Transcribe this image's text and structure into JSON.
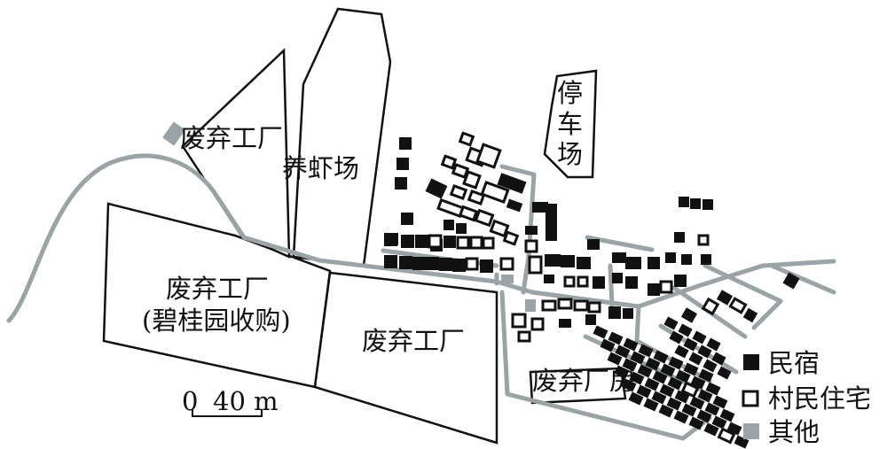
{
  "labels": {
    "abandoned_factory_top": "废弃工厂",
    "shrimp_farm": "养虾场",
    "parking_lot": [
      "停",
      "车",
      "场"
    ],
    "abandoned_factory_left": "废弃工厂",
    "abandoned_factory_left_note": "(碧桂园收购)",
    "abandoned_factory_middle": "废弃工厂",
    "abandoned_workshop": "废弃厂房"
  },
  "scale_bar": {
    "zero": "0",
    "value": "40 m"
  },
  "legend": [
    {
      "label": "民宿",
      "symbol": "filled-black-square",
      "color": "#111111"
    },
    {
      "label": "村民住宅",
      "symbol": "outlined-square",
      "color": "#ffffff"
    },
    {
      "label": "其他",
      "symbol": "filled-gray-square",
      "color": "#9aa3a6"
    }
  ]
}
